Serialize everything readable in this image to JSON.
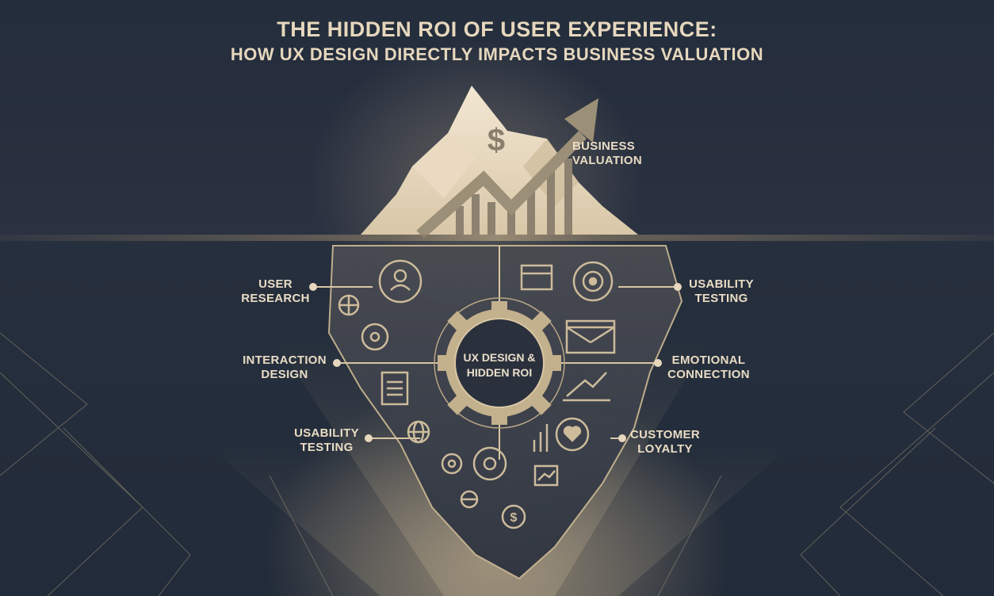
{
  "title": {
    "line1": "THE HIDDEN ROI OF USER EXPERIENCE:",
    "line2": "HOW UX DESIGN DIRECTLY IMPACTS BUSINESS VALUATION"
  },
  "iceberg_tip": {
    "label_line1": "BUSINESS",
    "label_line2": "VALUATION",
    "icons": [
      "dollar-icon",
      "trend-arrow-icon",
      "bar-chart-icon"
    ]
  },
  "center": {
    "line1": "UX DESIGN &",
    "line2": "HIDDEN ROI"
  },
  "left_labels": [
    {
      "line1": "USER",
      "line2": "RESEARCH"
    },
    {
      "line1": "INTERACTION",
      "line2": "DESIGN"
    },
    {
      "line1": "USABILITY",
      "line2": "TESTING"
    }
  ],
  "right_labels": [
    {
      "line1": "USABILITY",
      "line2": "TESTING"
    },
    {
      "line1": "EMOTIONAL",
      "line2": "CONNECTION"
    },
    {
      "line1": "CUSTOMER",
      "line2": "LOYALTY"
    }
  ],
  "colors": {
    "background": "#1f2836",
    "text": "#e6d7bd",
    "accent": "#d8c6a4"
  }
}
